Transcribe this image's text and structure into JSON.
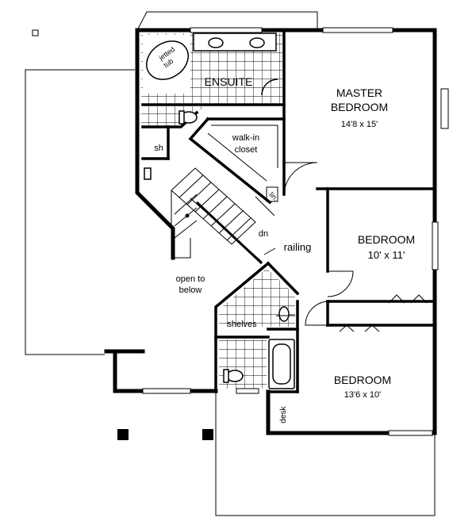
{
  "floor_plan": {
    "labels": {
      "jetted_tub": [
        "jetted",
        "tub"
      ],
      "ensuite": "ENSUITE",
      "master_bedroom": {
        "name": [
          "MASTER",
          "BEDROOM"
        ],
        "size": "14'8 x 15'"
      },
      "sh": "sh",
      "walk_in_closet": [
        "walk-in",
        "closet"
      ],
      "linen": "lin.",
      "dn": "dn",
      "railing": "railing",
      "open_to_below": [
        "open to",
        "below"
      ],
      "bedroom_2": {
        "name": "BEDROOM",
        "size": "10' x 11'"
      },
      "shelves": "shelves",
      "bedroom_3": {
        "name": "BEDROOM",
        "size": "13'6 x 10'"
      },
      "desk": "desk"
    }
  }
}
